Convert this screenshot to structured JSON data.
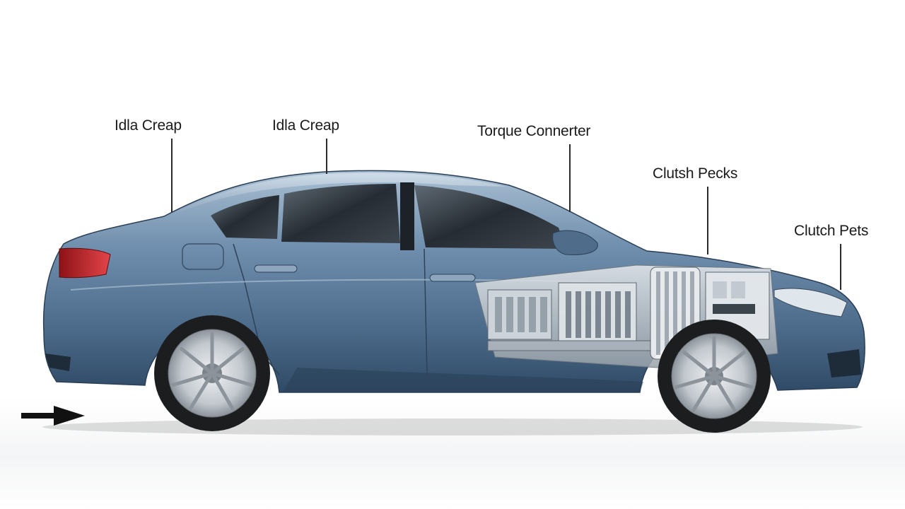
{
  "callouts": [
    {
      "label": "Idla Creap"
    },
    {
      "label": "Idla Creap"
    },
    {
      "label": "Torque Connerter"
    },
    {
      "label": "Clutsh Pecks"
    },
    {
      "label": "Clutch Pets"
    }
  ],
  "colors": {
    "body_paint": "#5b7a98",
    "body_dark": "#2f4a66",
    "glass": "#2b3138",
    "wheel_rim": "#c9ced3",
    "tire": "#1c1d1f",
    "taillight": "#c8262a",
    "arrow": "#111111"
  },
  "icons": {
    "direction": "right-arrow-icon"
  }
}
